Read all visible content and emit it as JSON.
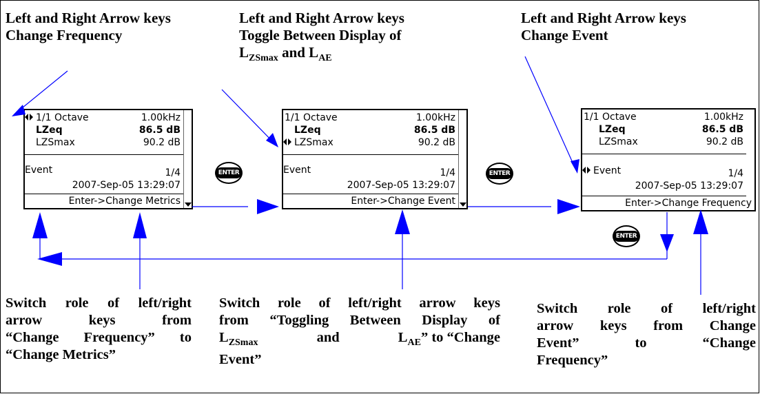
{
  "captions": {
    "top1": [
      "Left and Right Arrow keys",
      "Change Frequency"
    ],
    "top2": {
      "line1": "Left and Right Arrow keys",
      "line2": "Toggle Between Display of",
      "l_base": "L",
      "zsmax_sub": "ZSmax",
      "and_text": " and ",
      "ae_sub": "AE"
    },
    "top3": [
      "Left and Right Arrow keys",
      "Change Event"
    ],
    "bot1": [
      "Switch role of left/right",
      "arrow keys from",
      "“Change Frequency” to",
      "“Change Metrics”"
    ],
    "bot2": {
      "line1": "Switch role of left/right arrow keys",
      "line2": "from “Toggling Between Display of",
      "l_base": "L",
      "zsmax_sub": "ZSmax",
      "and_text": "and",
      "ae_sub": "AE",
      "to_text": "” to “Change",
      "line4": "Event”"
    },
    "bot3": [
      "Switch role of left/right",
      "arrow keys from Change",
      "Event” to “Change",
      "Frequency”"
    ]
  },
  "screens": [
    {
      "mode": "1/1 Octave",
      "freq": "1.00kHz",
      "metric1": "LZeq",
      "value1": "86.5 dB",
      "metric2": "LZSmax",
      "value2": "90.2 dB",
      "event_label": "Event",
      "event_count": "1/4",
      "timestamp": "2007-Sep-05 13:29:07",
      "hint": "Enter->Change Metrics"
    },
    {
      "mode": "1/1 Octave",
      "freq": "1.00kHz",
      "metric1": "LZeq",
      "value1": "86.5 dB",
      "metric2": "LZSmax",
      "value2": "90.2 dB",
      "event_label": "Event",
      "event_count": "1/4",
      "timestamp": "2007-Sep-05 13:29:07",
      "hint": "Enter->Change Event"
    },
    {
      "mode": "1/1 Octave",
      "freq": "1.00kHz",
      "metric1": "LZeq",
      "value1": "86.5 dB",
      "metric2": "LZSmax",
      "value2": "90.2 dB",
      "event_label": "Event",
      "event_count": "1/4",
      "timestamp": "2007-Sep-05 13:29:07",
      "hint": "Enter->Change Frequency"
    }
  ],
  "enter_key_label": "ENTER",
  "colors": {
    "arrow": "#0000ff",
    "text": "#000000",
    "border": "#000000"
  }
}
